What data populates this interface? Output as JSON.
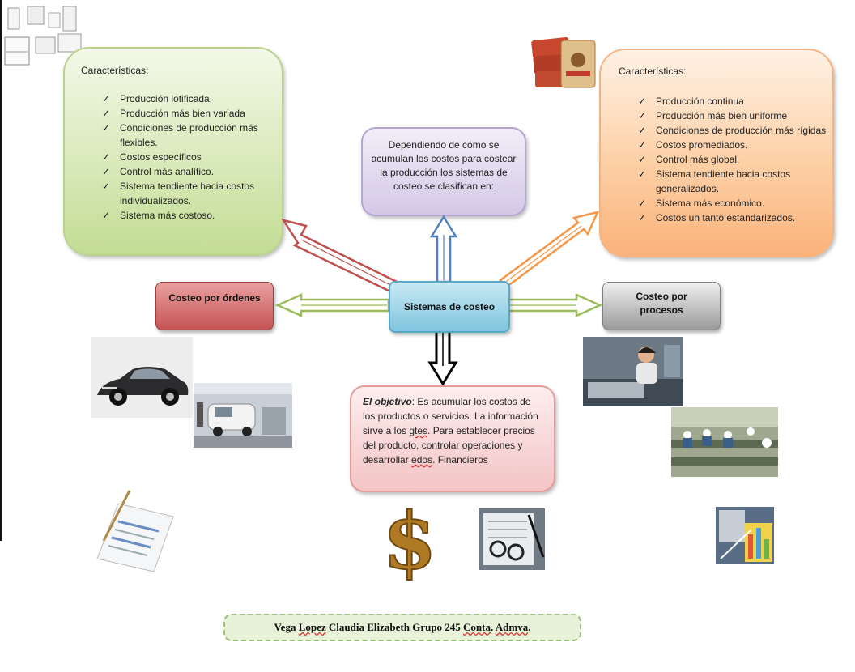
{
  "center": {
    "label": "Sistemas de costeo"
  },
  "left_node": {
    "label": "Costeo por órdenes"
  },
  "right_node": {
    "label": "Costeo por procesos"
  },
  "top_box": {
    "text": "Dependiendo de cómo se acumulan los costos para costear la producción los sistemas de costeo se clasifican en:"
  },
  "objective_box": {
    "lead": "El objetivo",
    "text": ": Es acumular los costos de los productos o servicios. La información sirve a los ",
    "gtes": "gtes",
    "text2": ". Para establecer precios del producto, controlar operaciones y desarrollar ",
    "edos": "edos",
    "text3": ". Financieros"
  },
  "left_box": {
    "title": "Características:",
    "items": [
      "Producción lotificada.",
      "Producción más bien variada",
      "Condiciones de producción más flexibles.",
      "Costos específicos",
      "Control más analítico.",
      "Sistema tendiente hacia costos individualizados.",
      "Sistema más costoso."
    ]
  },
  "right_box": {
    "title": "Características:",
    "items": [
      "Producción continua",
      "Producción más bien uniforme",
      "Condiciones de producción más rígidas",
      "Costos promediados.",
      "Control más global.",
      "Sistema tendiente hacia costos generalizados.",
      "Sistema más económico.",
      "Costos un tanto estandarizados."
    ]
  },
  "footer": {
    "p1": "Vega ",
    "lopez": "Lopez",
    "p2": " Claudia Elizabeth Grupo 245 ",
    "conta": "Conta",
    "p3": ". ",
    "admva": "Admva",
    "p4": "."
  },
  "colors": {
    "arrow_red": "#c0504d",
    "arrow_green": "#9bbb59",
    "arrow_blue": "#4f81bd",
    "arrow_orange": "#f79646",
    "arrow_black": "#000000"
  }
}
